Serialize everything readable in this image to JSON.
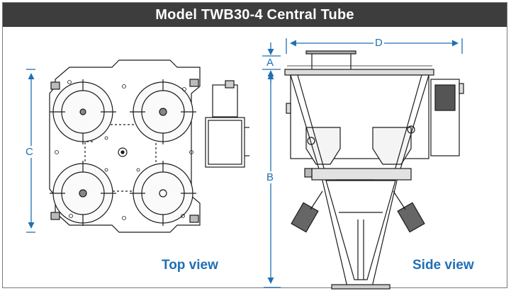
{
  "header": {
    "title": "Model TWB30-4 Central Tube"
  },
  "views": {
    "top": "Top view",
    "side": "Side view"
  },
  "dimensions": {
    "a": "A",
    "b": "B",
    "c": "C",
    "d": "D"
  },
  "colors": {
    "accent": "#1f6fb5",
    "header_bg": "#3d3d3d",
    "line": "#1a1a1a"
  }
}
